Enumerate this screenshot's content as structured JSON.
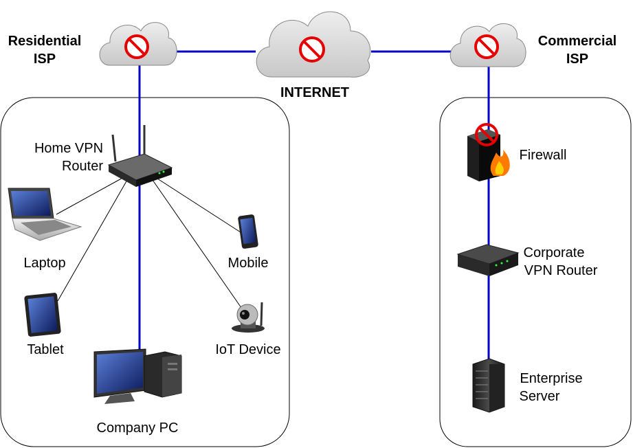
{
  "clouds": {
    "residential": {
      "label_line1": "Residential",
      "label_line2": "ISP"
    },
    "internet": {
      "label": "INTERNET"
    },
    "commercial": {
      "label_line1": "Commercial",
      "label_line2": "ISP"
    }
  },
  "home": {
    "router": {
      "label_line1": "Home VPN",
      "label_line2": "Router"
    },
    "devices": {
      "laptop": "Laptop",
      "mobile": "Mobile",
      "tablet": "Tablet",
      "iot": "IoT Device",
      "company_pc": "Company PC"
    }
  },
  "corporate": {
    "firewall": "Firewall",
    "router": {
      "label_line1": "Corporate",
      "label_line2": "VPN Router"
    },
    "server": {
      "label_line1": "Enterprise",
      "label_line2": "Server"
    }
  },
  "colors": {
    "link_blue": "#0000cc",
    "link_thin": "#000000",
    "cloud_fill": "#d9d9d9",
    "block_red": "#e60000"
  },
  "icons": [
    "cloud-icon",
    "no-entry-icon",
    "router-icon",
    "laptop-icon",
    "mobile-icon",
    "tablet-icon",
    "webcam-icon",
    "desktop-pc-icon",
    "firewall-icon",
    "vpn-router-icon",
    "server-rack-icon"
  ]
}
